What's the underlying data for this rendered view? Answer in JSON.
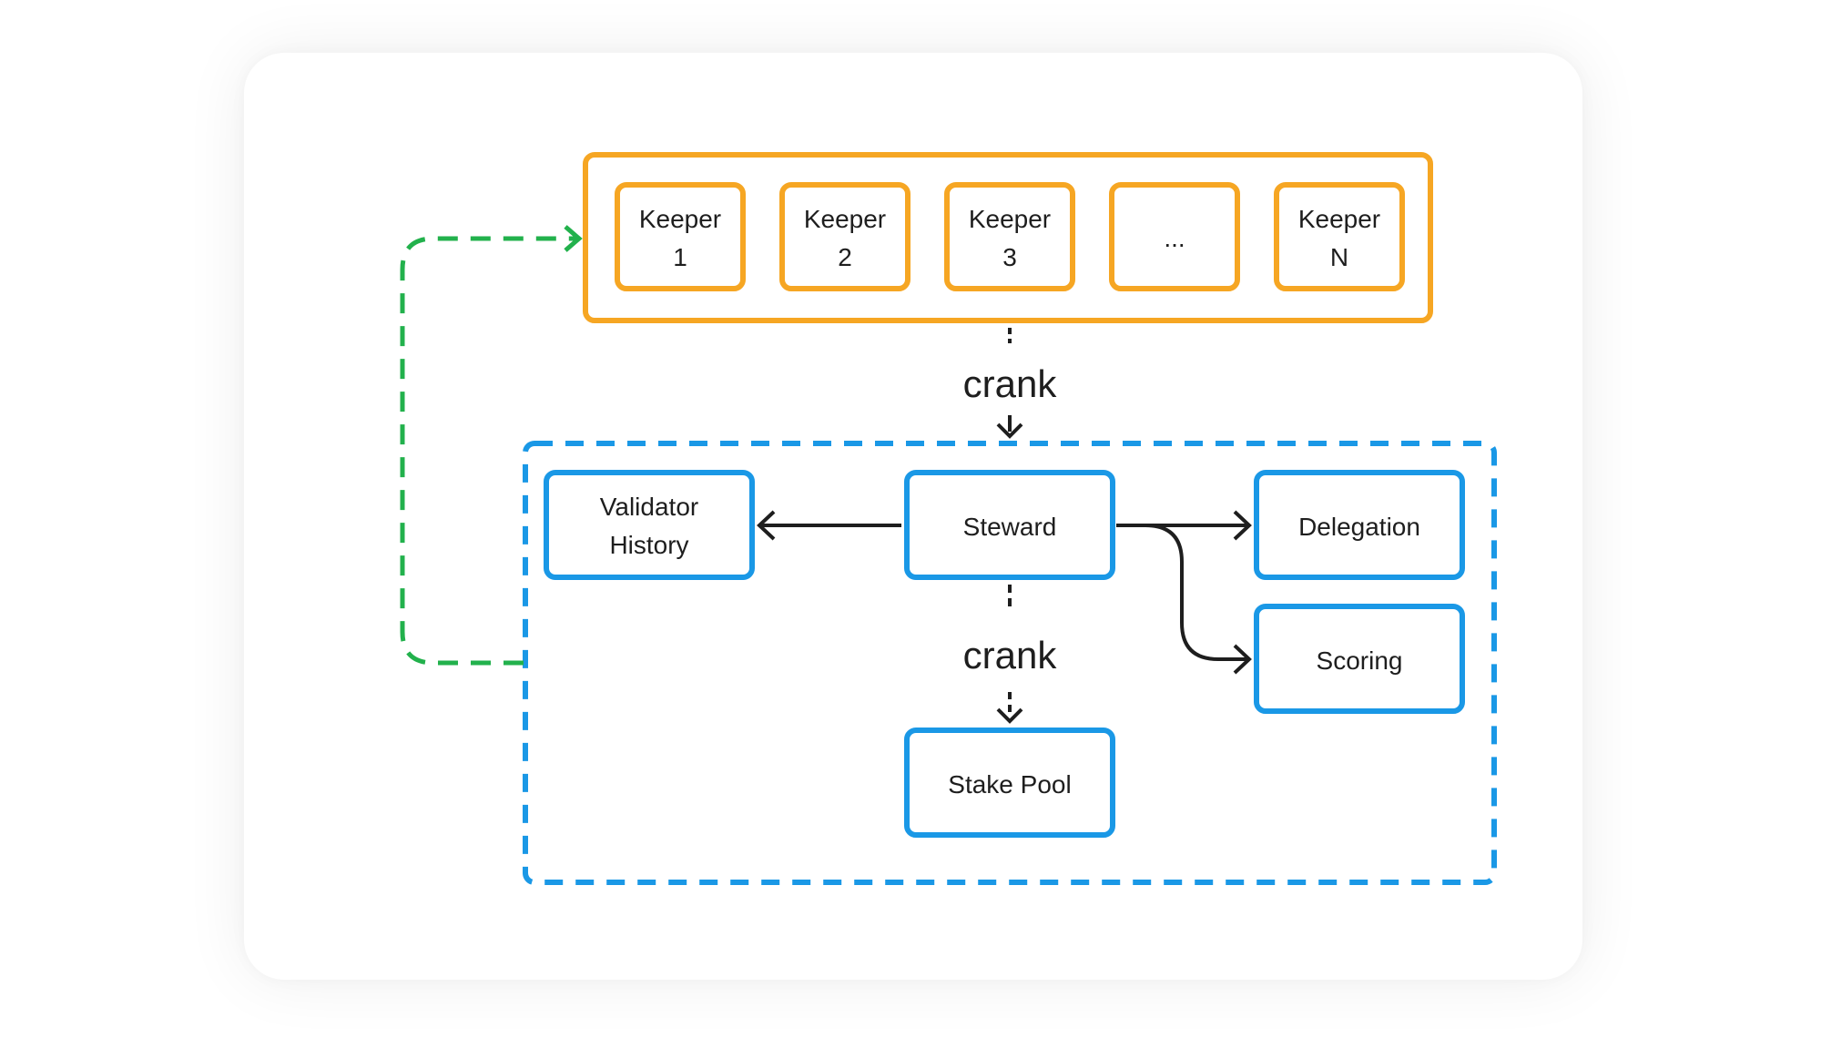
{
  "colors": {
    "keeper": "#f6a623",
    "program": "#1a98e6",
    "feedback": "#22b14c",
    "arrow": "#1e1e1e"
  },
  "keepers": [
    {
      "line1": "Keeper",
      "line2": "1"
    },
    {
      "line1": "Keeper",
      "line2": "2"
    },
    {
      "line1": "Keeper",
      "line2": "3"
    },
    {
      "line1": "...",
      "line2": ""
    },
    {
      "line1": "Keeper",
      "line2": "N"
    }
  ],
  "nodes": {
    "validator_history": {
      "line1": "Validator",
      "line2": "History"
    },
    "steward": "Steward",
    "delegation": "Delegation",
    "scoring": "Scoring",
    "stake_pool": "Stake Pool"
  },
  "edges": {
    "crank_top": "crank",
    "crank_bottom": "crank"
  }
}
